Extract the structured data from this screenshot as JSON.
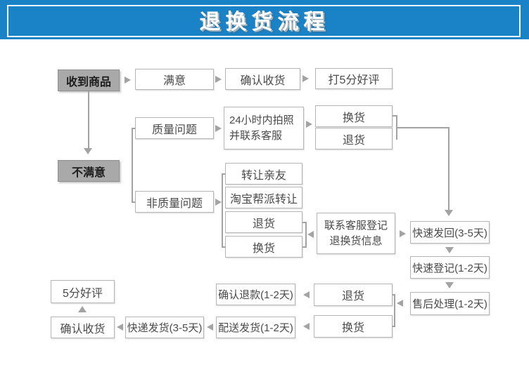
{
  "header": {
    "title": "退换货流程"
  },
  "colors": {
    "banner_blue": "#1a82c6",
    "banner_text": "#ffffff",
    "box_border": "#b5b5b5",
    "box_text": "#4a4a4a",
    "gray_box_bg": "#a9a9a9",
    "gray_box_text": "#1d1d1d",
    "connector_gray": "#a3a3a3"
  },
  "flowchart": {
    "nodes": {
      "received_goods": "收到商品",
      "satisfied": "满意",
      "confirm_receipt_top": "确认收货",
      "five_star_review_top": "打5分好评",
      "quality_issue": "质量问题",
      "photo_24h_line1": "24小时内拍照",
      "photo_24h_line2": "并联系客服",
      "exchange_quality": "换货",
      "return_quality": "退货",
      "unsatisfied": "不满意",
      "non_quality_issue": "非质量问题",
      "transfer_to_friends": "转让亲友",
      "taobao_group_transfer": "淘宝帮派转让",
      "return_non_quality": "退货",
      "exchange_non_quality": "换货",
      "contact_cs_line1": "联系客服登记",
      "contact_cs_line2": "退换货信息",
      "fast_send_back": "快速发回(3-5天)",
      "fast_register": "快速登记(1-2天)",
      "after_sale_handle": "售后处理(1-2天)",
      "five_star_review_bottom": "5分好评",
      "confirm_receipt_bottom": "确认收货",
      "express_shipping": "快递发货(3-5天)",
      "delivery_shipping": "配送发货(1-2天)",
      "confirm_refund": "确认退款(1-2天)",
      "return_bottom": "退货",
      "exchange_bottom": "换货"
    }
  }
}
